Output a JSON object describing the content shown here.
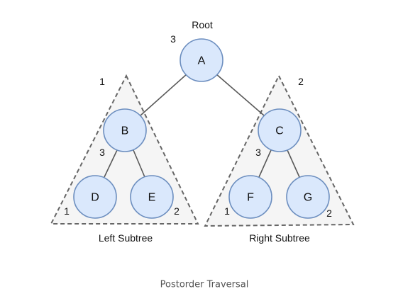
{
  "diagram": {
    "root_label": "Root",
    "left_subtree_label": "Left Subtree",
    "right_subtree_label": "Right Subtree",
    "caption": "Postorder Traversal",
    "nodes": {
      "a": "A",
      "b": "B",
      "c": "C",
      "d": "D",
      "e": "E",
      "f": "F",
      "g": "G"
    },
    "order_marks": {
      "root": "3",
      "left_triangle_top": "1",
      "right_triangle_top": "2",
      "left_inner_root": "3",
      "left_inner_left": "1",
      "left_inner_right": "2",
      "right_inner_root": "3",
      "right_inner_left": "1",
      "right_inner_right": "2"
    },
    "colors": {
      "node_fill": "#dae8fc",
      "node_stroke": "#6c8ebf",
      "triangle_fill": "#f5f5f5",
      "triangle_stroke": "#666666",
      "edge": "#595959"
    }
  }
}
